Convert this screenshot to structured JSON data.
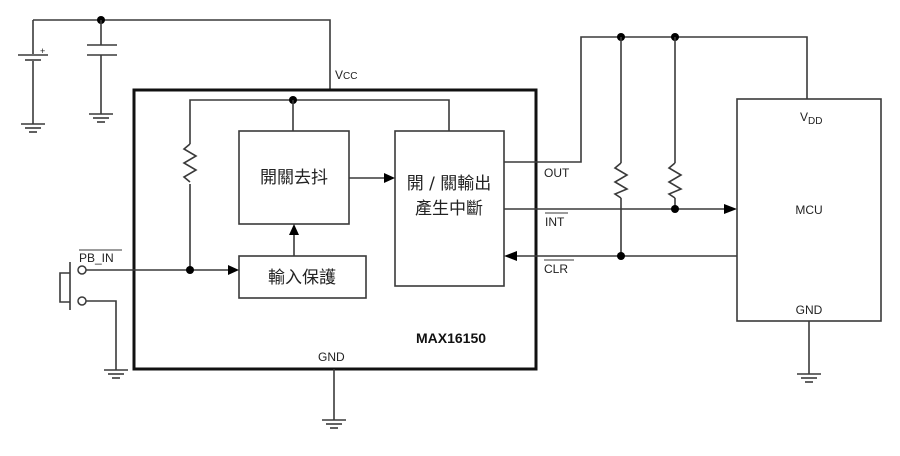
{
  "diagram": {
    "chip": {
      "name": "MAX16150",
      "vcc": "V",
      "vcc_sub": "CC",
      "gnd": "GND"
    },
    "blocks": {
      "debounce": "開關去抖",
      "output_line1": "開 / 關輸出",
      "output_line2": "產生中斷",
      "input_protection": "輸入保護"
    },
    "pins": {
      "pb_in": "PB_IN",
      "out": "OUT",
      "int": "INT",
      "clr": "CLR"
    },
    "mcu": {
      "name": "MCU",
      "vdd": "V",
      "vdd_sub": "DD",
      "gnd": "GND"
    },
    "battery_plus": "+"
  }
}
